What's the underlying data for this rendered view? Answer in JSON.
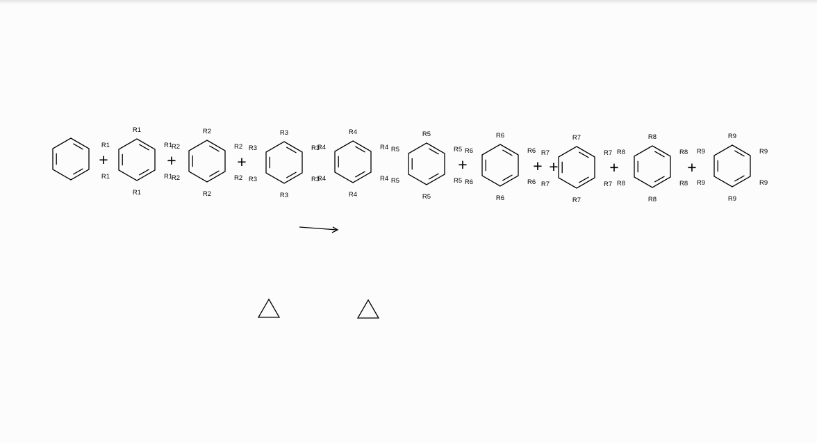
{
  "molecules": [
    {
      "substituent": ""
    },
    {
      "substituent": "R1"
    },
    {
      "substituent": "R2"
    },
    {
      "substituent": "R3"
    },
    {
      "substituent": "R4"
    },
    {
      "substituent": "R5"
    },
    {
      "substituent": "R6"
    },
    {
      "substituent": "R7"
    },
    {
      "substituent": "R8"
    },
    {
      "substituent": "R9"
    }
  ],
  "operators": [
    "+",
    "+",
    "+",
    "+",
    "+",
    "+",
    "+",
    "+"
  ],
  "conditions": [
    "heat",
    "heat"
  ]
}
